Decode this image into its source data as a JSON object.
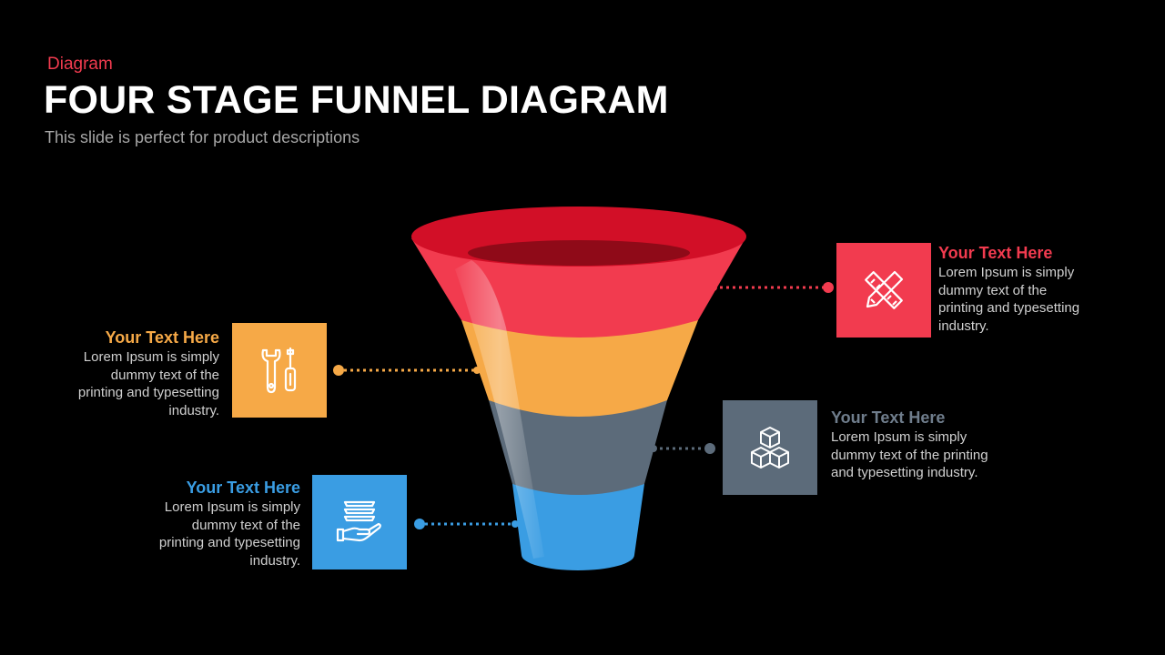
{
  "slide": {
    "kicker": "Diagram",
    "title": "FOUR STAGE FUNNEL DIAGRAM",
    "subtitle": "This slide is perfect for product descriptions"
  },
  "stages": [
    {
      "heading": "Your Text Here",
      "body": "Lorem Ipsum is simply dummy text of the printing and typesetting industry.",
      "color": "#f23b4f",
      "icon": "pencil-ruler-icon"
    },
    {
      "heading": "Your Text Here",
      "body": "Lorem Ipsum is simply dummy text of the printing and typesetting industry.",
      "color": "#f6a947",
      "icon": "wrench-screwdriver-icon"
    },
    {
      "heading": "Your Text Here",
      "body": "Lorem Ipsum is simply dummy text of the printing and typesetting industry.",
      "color": "#5c6b7a",
      "icon": "stacked-cubes-icon"
    },
    {
      "heading": "Your Text Here",
      "body": "Lorem Ipsum is simply dummy text of the printing and typesetting industry.",
      "color": "#3a9de3",
      "icon": "hand-holding-layers-icon"
    }
  ]
}
